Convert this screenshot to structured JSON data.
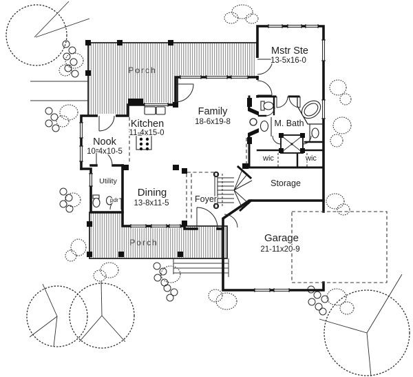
{
  "plan_title": "first-floor-plan",
  "colors": {
    "wall": "#141414",
    "background": "#ffffff",
    "porch_hatch": "#707070",
    "label": "#1c1c1c",
    "porch_label": "#3f3f3f"
  },
  "rooms": {
    "master": {
      "label": "Mstr Ste",
      "dims": "13-5x16-0"
    },
    "family": {
      "label": "Family",
      "dims": "18-6x19-8"
    },
    "kitchen": {
      "label": "Kitchen",
      "dims": "11-4x15-0"
    },
    "nook": {
      "label": "Nook",
      "dims": "10-4x10-5"
    },
    "dining": {
      "label": "Dining",
      "dims": "13-8x11-5"
    },
    "garage": {
      "label": "Garage",
      "dims": "21-11x20-9"
    },
    "master_bath": {
      "label": "M. Bath"
    },
    "foyer": {
      "label": "Foyer"
    },
    "storage": {
      "label": "Storage"
    },
    "utility": {
      "label": "Utility"
    },
    "powder": {
      "label": "pdr"
    },
    "wic_left": {
      "label": "wic"
    },
    "wic_right": {
      "label": "wic"
    },
    "porch_top": {
      "label": "Porch"
    },
    "porch_bottom": {
      "label": "Porch"
    }
  }
}
